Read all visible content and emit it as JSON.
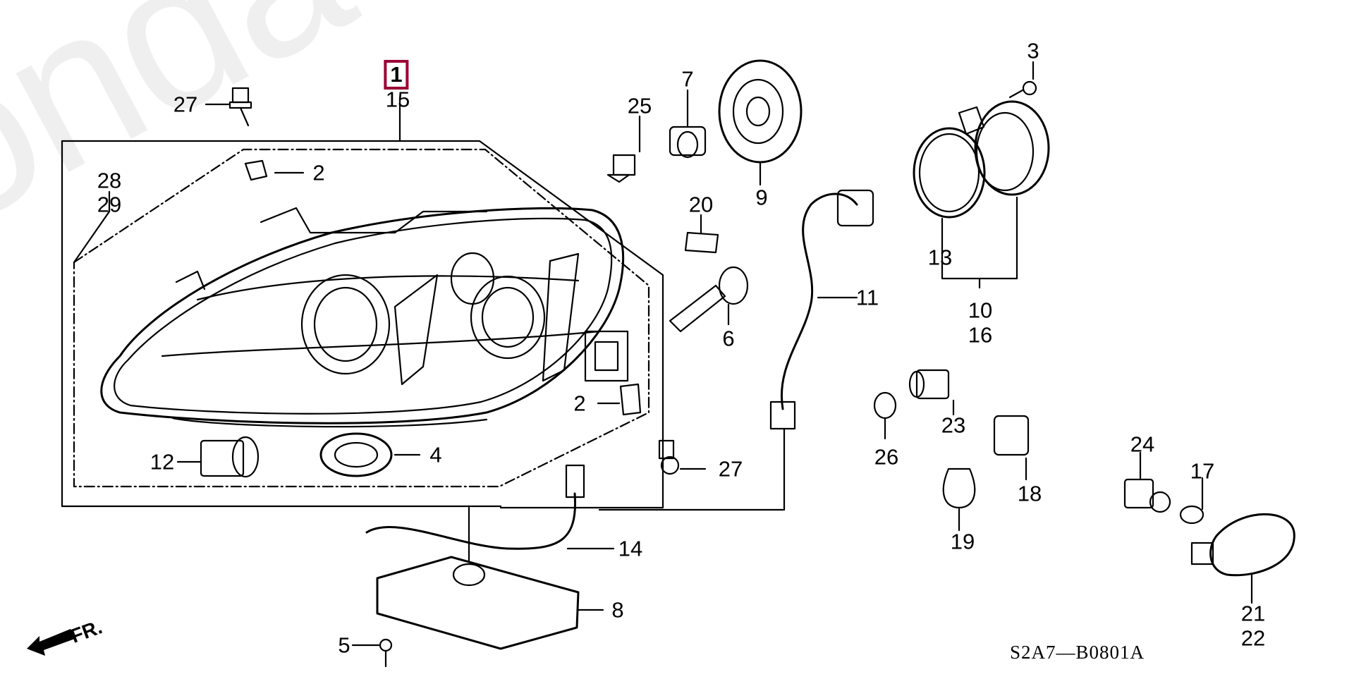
{
  "diagram": {
    "title": "Headlight assembly exploded view",
    "diagram_code": "S2A7—B0801A",
    "watermark": "HondaCarMine.ru",
    "direction_indicator": "FR.",
    "selected_part": "1",
    "accent_color": "#9b0034",
    "callouts": [
      {
        "id": "c1",
        "label": "1",
        "selected": true
      },
      {
        "id": "c15",
        "label": "15"
      },
      {
        "id": "c27a",
        "label": "27"
      },
      {
        "id": "c2a",
        "label": "2"
      },
      {
        "id": "c28",
        "label": "28"
      },
      {
        "id": "c29",
        "label": "29"
      },
      {
        "id": "c25",
        "label": "25"
      },
      {
        "id": "c7",
        "label": "7"
      },
      {
        "id": "c9",
        "label": "9"
      },
      {
        "id": "c3",
        "label": "3"
      },
      {
        "id": "c20",
        "label": "20"
      },
      {
        "id": "c13",
        "label": "13"
      },
      {
        "id": "c11",
        "label": "11"
      },
      {
        "id": "c6",
        "label": "6"
      },
      {
        "id": "c10",
        "label": "10"
      },
      {
        "id": "c16",
        "label": "16"
      },
      {
        "id": "c2b",
        "label": "2"
      },
      {
        "id": "c23",
        "label": "23"
      },
      {
        "id": "c26",
        "label": "26"
      },
      {
        "id": "c12",
        "label": "12"
      },
      {
        "id": "c4",
        "label": "4"
      },
      {
        "id": "c27b",
        "label": "27"
      },
      {
        "id": "c18",
        "label": "18"
      },
      {
        "id": "c24",
        "label": "24"
      },
      {
        "id": "c17",
        "label": "17"
      },
      {
        "id": "c19",
        "label": "19"
      },
      {
        "id": "c14",
        "label": "14"
      },
      {
        "id": "c8",
        "label": "8"
      },
      {
        "id": "c21",
        "label": "21"
      },
      {
        "id": "c22",
        "label": "22"
      },
      {
        "id": "c5",
        "label": "5"
      }
    ]
  }
}
